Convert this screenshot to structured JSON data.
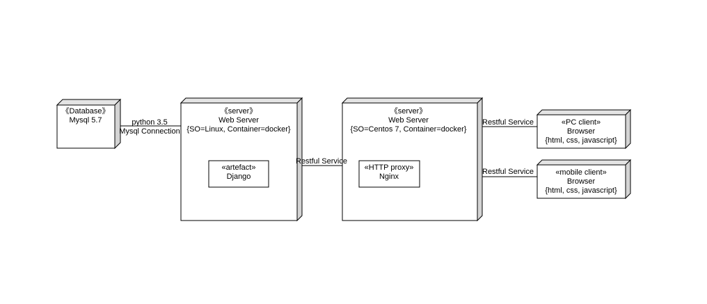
{
  "nodes": {
    "database": {
      "stereotype": "《Database》",
      "name": "Mysql 5.7"
    },
    "web_server_1": {
      "stereotype": "《server》",
      "name": "Web Server",
      "properties": "{SO=Linux, Container=docker}",
      "component": {
        "stereotype": "«artefact»",
        "name": "Django"
      }
    },
    "web_server_2": {
      "stereotype": "《server》",
      "name": "Web Server",
      "properties": "{SO=Centos 7, Container=docker}",
      "component": {
        "stereotype": "«HTTP proxy»",
        "name": "Nginx"
      }
    },
    "pc_client": {
      "stereotype": "«PC client»",
      "name": "Browser",
      "properties": "{html, css, javascript}"
    },
    "mobile_client": {
      "stereotype": "«mobile client»",
      "name": "Browser",
      "properties": "{html, css, javascript}"
    }
  },
  "connections": {
    "db_to_server": {
      "label_line1": "python 3.5",
      "label_line2": "Mysql Connection"
    },
    "django_to_nginx": {
      "label": "Restful Service"
    },
    "nginx_to_pc": {
      "label": "Restful Service"
    },
    "nginx_to_mobile": {
      "label": "Restful Service"
    }
  }
}
